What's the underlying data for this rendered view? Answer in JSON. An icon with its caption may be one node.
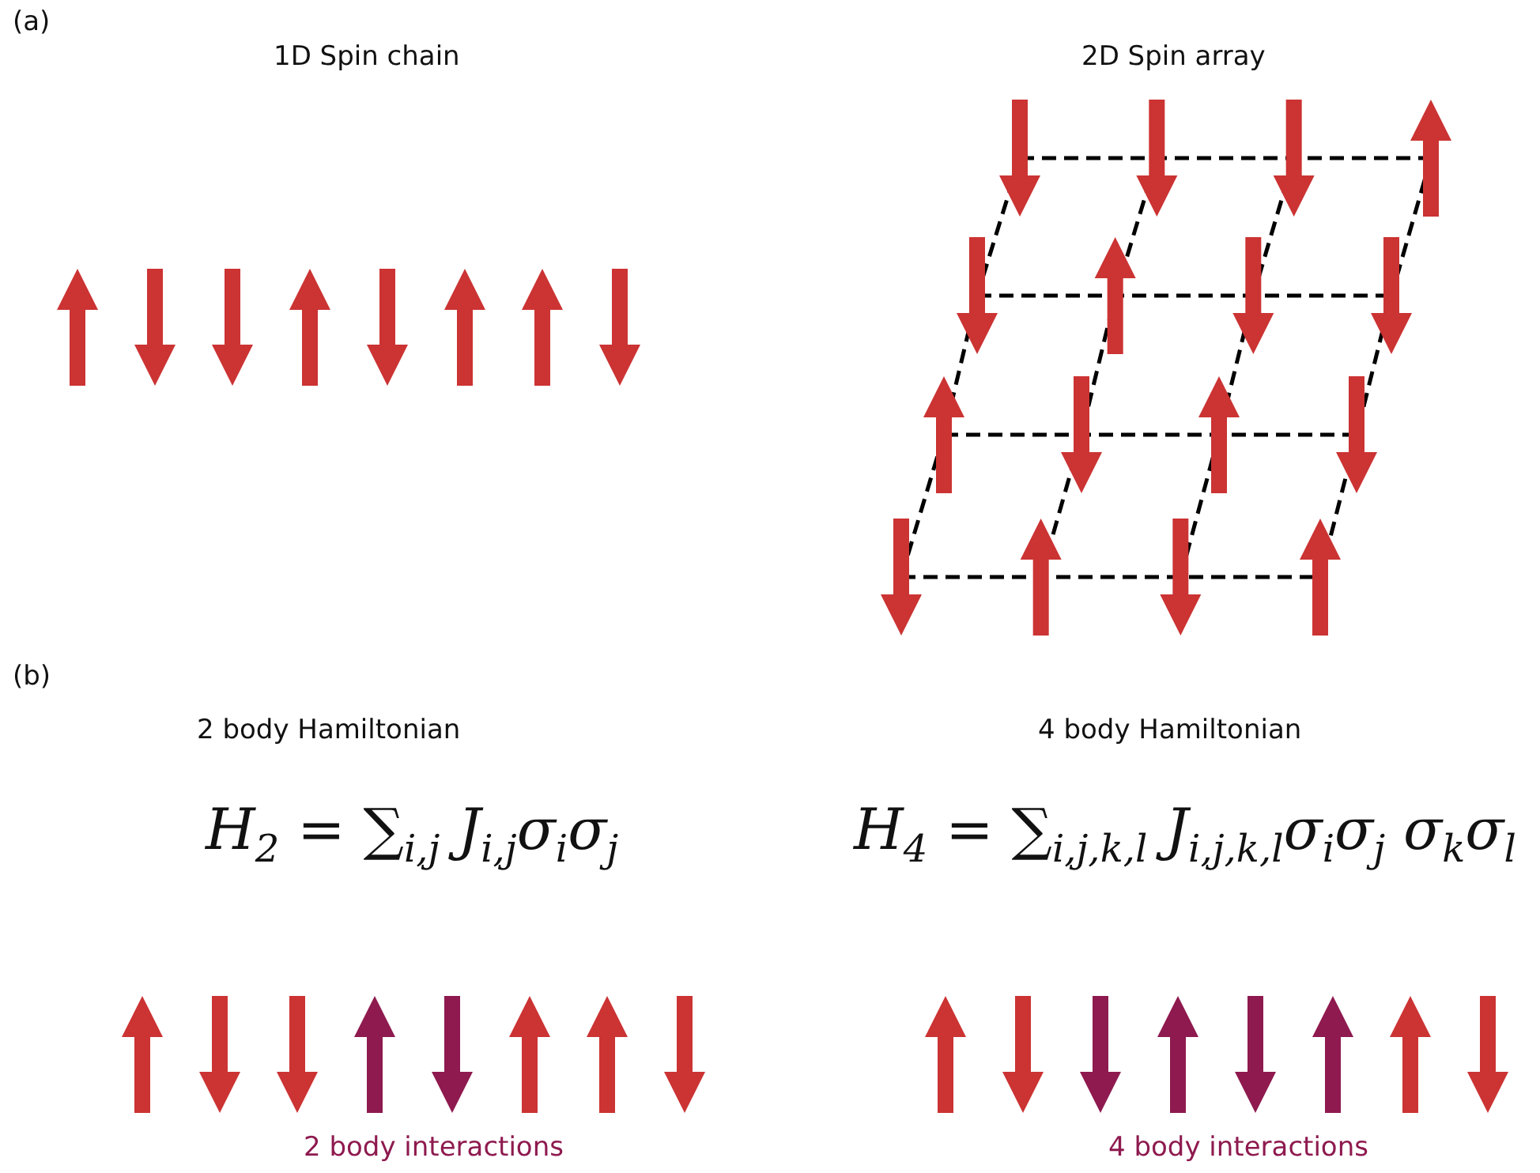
{
  "diagram": {
    "labels": [
      "(a)",
      "1D Spin chain",
      "2D Spin array",
      "(b)",
      "2 body Hamiltonian",
      "H$_{2}$ = ∑$_{i,j}$ J$_{i,j}$σ$_{i}$σ$_{j}$",
      "4 body Hamiltonian",
      "H$_{4}$ = ∑$_{i,j,k,l}$ J$_{i,j,k,l}$σ$_{i}$σ$_{j}$ σ$_{k}$σ$_{l}$",
      "2 body interactions",
      "4 body interactions"
    ]
  }
}
